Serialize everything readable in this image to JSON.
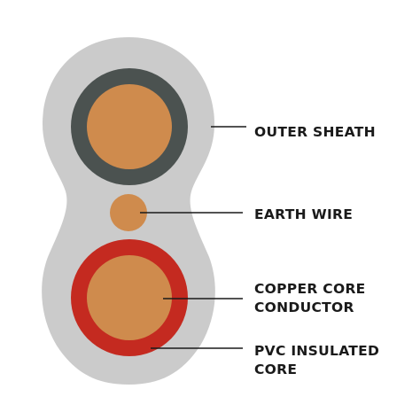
{
  "labels": {
    "outer_sheath": "OUTER SHEATH",
    "earth_wire": "EARTH WIRE",
    "copper_core_line1": "COPPER CORE",
    "copper_core_line2": "CONDUCTOR",
    "pvc_insulated_line1": "PVC INSULATED",
    "pvc_insulated_line2": "CORE"
  },
  "colors": {
    "sheath": "#cbcbcb",
    "sheath_highlight": "#d4d4d4",
    "dark_insulation": "#4b5250",
    "red_insulation": "#c42a20",
    "copper": "#cf8b4d",
    "text": "#1a1a1a"
  }
}
